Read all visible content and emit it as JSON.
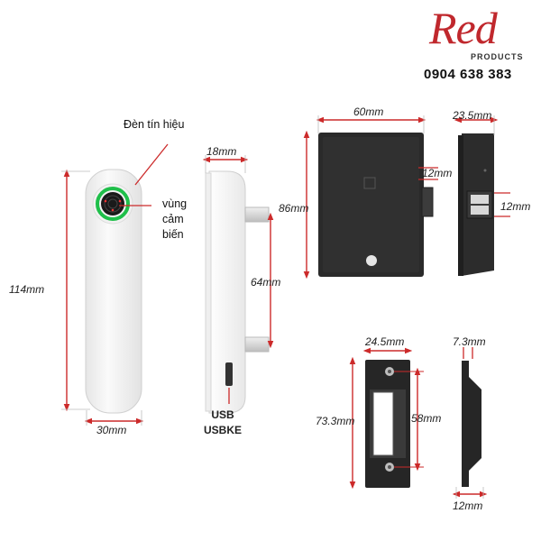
{
  "brand": {
    "logo_text": "Red",
    "products_label": "PRODUCTS",
    "phone": "0904 638 383",
    "accent": "#c0282d"
  },
  "callouts": {
    "indicator_light": "Đèn tín hiệu",
    "sensor_area": [
      "vùng",
      "cảm",
      "biến"
    ]
  },
  "usb_labels": [
    "USB",
    "USBKE"
  ],
  "dimensions": {
    "front_height": "114mm",
    "front_width": "30mm",
    "side_depth": "18mm",
    "side_spacing": "64mm",
    "lock_width": "60mm",
    "lock_height": "86mm",
    "bolt_offset": "12mm",
    "lock_side_depth": "23.5mm",
    "bolt_height": "12mm",
    "strike_width": "24.5mm",
    "strike_height": "73.3mm",
    "strike_inner": "58mm",
    "strike_depth": "7.3mm",
    "strike_side_width": "12mm"
  },
  "colors": {
    "dimension_line": "#cc2a2a",
    "indicator_ring": "#1fbf4a",
    "device_body": "#f4f4f4",
    "lock_body": "#2a2a2a"
  }
}
